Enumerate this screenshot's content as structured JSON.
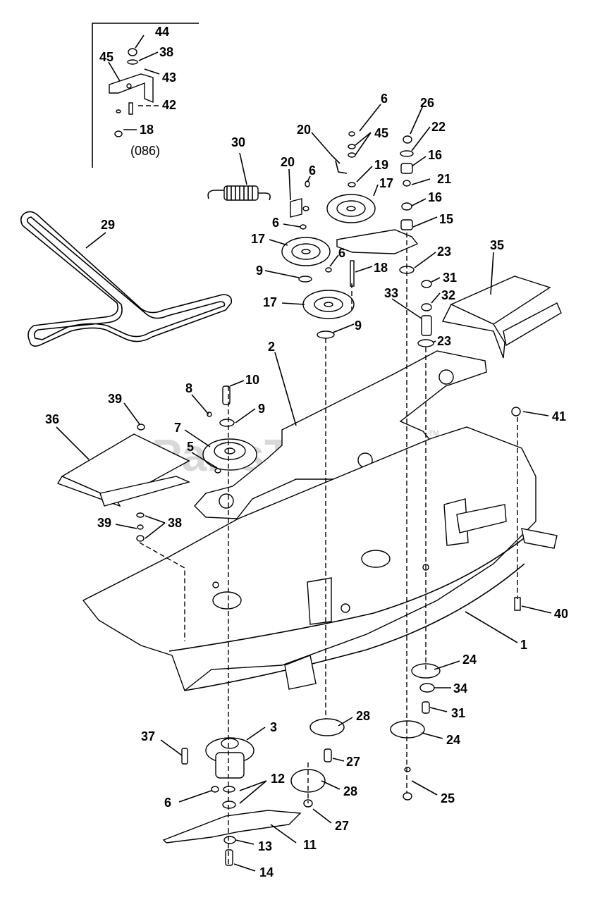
{
  "watermark": "PartsTree",
  "trademark": "TM",
  "inset": {
    "note": "(086)",
    "labels": [
      "44",
      "38",
      "45",
      "43",
      "42",
      "18"
    ]
  },
  "callouts": [
    {
      "id": "44",
      "text": "44"
    },
    {
      "id": "38a",
      "text": "38"
    },
    {
      "id": "45a",
      "text": "45"
    },
    {
      "id": "43",
      "text": "43"
    },
    {
      "id": "42",
      "text": "42"
    },
    {
      "id": "18a",
      "text": "18"
    },
    {
      "id": "30",
      "text": "30"
    },
    {
      "id": "29",
      "text": "29"
    },
    {
      "id": "20a",
      "text": "20"
    },
    {
      "id": "6a",
      "text": "6"
    },
    {
      "id": "45b",
      "text": "45"
    },
    {
      "id": "19",
      "text": "19"
    },
    {
      "id": "17a",
      "text": "17"
    },
    {
      "id": "20b",
      "text": "20"
    },
    {
      "id": "6b",
      "text": "6"
    },
    {
      "id": "6c",
      "text": "6"
    },
    {
      "id": "17b",
      "text": "17"
    },
    {
      "id": "6d",
      "text": "6"
    },
    {
      "id": "18b",
      "text": "18"
    },
    {
      "id": "9a",
      "text": "9"
    },
    {
      "id": "17c",
      "text": "17"
    },
    {
      "id": "9b",
      "text": "9"
    },
    {
      "id": "26",
      "text": "26"
    },
    {
      "id": "22",
      "text": "22"
    },
    {
      "id": "16a",
      "text": "16"
    },
    {
      "id": "21",
      "text": "21"
    },
    {
      "id": "16b",
      "text": "16"
    },
    {
      "id": "15",
      "text": "15"
    },
    {
      "id": "23a",
      "text": "23"
    },
    {
      "id": "31a",
      "text": "31"
    },
    {
      "id": "32",
      "text": "32"
    },
    {
      "id": "33",
      "text": "33"
    },
    {
      "id": "23b",
      "text": "23"
    },
    {
      "id": "35",
      "text": "35"
    },
    {
      "id": "2",
      "text": "2"
    },
    {
      "id": "10",
      "text": "10"
    },
    {
      "id": "8",
      "text": "8"
    },
    {
      "id": "9c",
      "text": "9"
    },
    {
      "id": "39a",
      "text": "39"
    },
    {
      "id": "36",
      "text": "36"
    },
    {
      "id": "7",
      "text": "7"
    },
    {
      "id": "5",
      "text": "5"
    },
    {
      "id": "39b",
      "text": "39"
    },
    {
      "id": "38b",
      "text": "38"
    },
    {
      "id": "41",
      "text": "41"
    },
    {
      "id": "40",
      "text": "40"
    },
    {
      "id": "1",
      "text": "1"
    },
    {
      "id": "24a",
      "text": "24"
    },
    {
      "id": "34",
      "text": "34"
    },
    {
      "id": "31b",
      "text": "31"
    },
    {
      "id": "28a",
      "text": "28"
    },
    {
      "id": "24b",
      "text": "24"
    },
    {
      "id": "3",
      "text": "3"
    },
    {
      "id": "37",
      "text": "37"
    },
    {
      "id": "27a",
      "text": "27"
    },
    {
      "id": "12",
      "text": "12"
    },
    {
      "id": "28b",
      "text": "28"
    },
    {
      "id": "6e",
      "text": "6"
    },
    {
      "id": "25",
      "text": "25"
    },
    {
      "id": "27b",
      "text": "27"
    },
    {
      "id": "11",
      "text": "11"
    },
    {
      "id": "13",
      "text": "13"
    },
    {
      "id": "14",
      "text": "14"
    }
  ]
}
